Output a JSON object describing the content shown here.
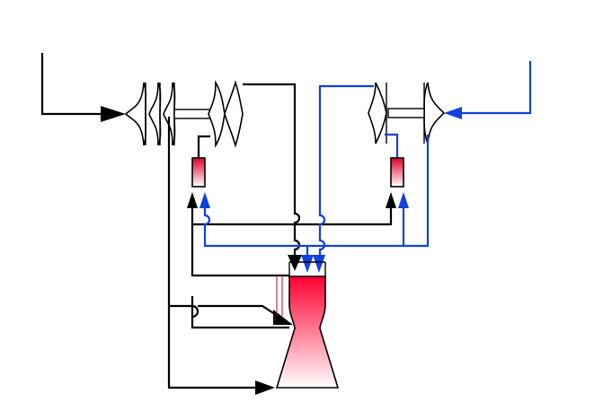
{
  "diagram": {
    "title": "",
    "colors": {
      "fuel_line": "#000000",
      "oxidizer_line": "#1040e0",
      "hot_gas_top": "#ff0030",
      "hot_gas_bottom": "#ffffff",
      "thin_feed": "#c00030"
    },
    "components": [
      "fuel-inlet",
      "fuel-pump",
      "fuel-turbine",
      "fuel-preburner",
      "oxidizer-inlet",
      "oxidizer-pump",
      "oxidizer-turbine",
      "oxidizer-preburner",
      "main-combustion-chamber",
      "nozzle"
    ]
  }
}
